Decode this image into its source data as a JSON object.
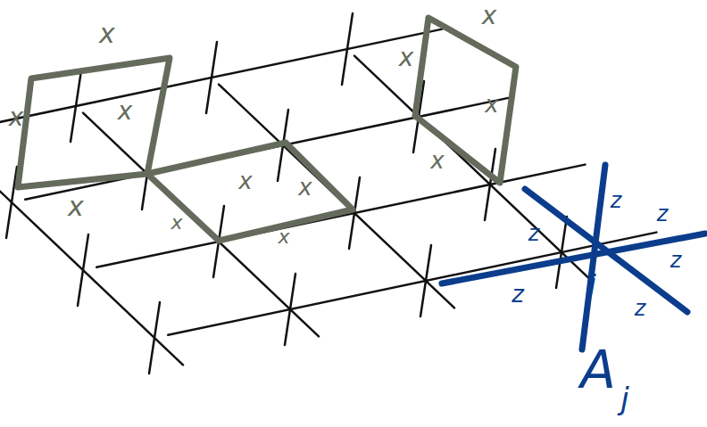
{
  "diagram": {
    "labels": [
      "x",
      "x",
      "x",
      "x",
      "x",
      "x",
      "x",
      "x",
      "x",
      "x",
      "x",
      "x",
      "z",
      "z",
      "z",
      "z",
      "z",
      "z",
      "j",
      "A",
      "j"
    ]
  }
}
